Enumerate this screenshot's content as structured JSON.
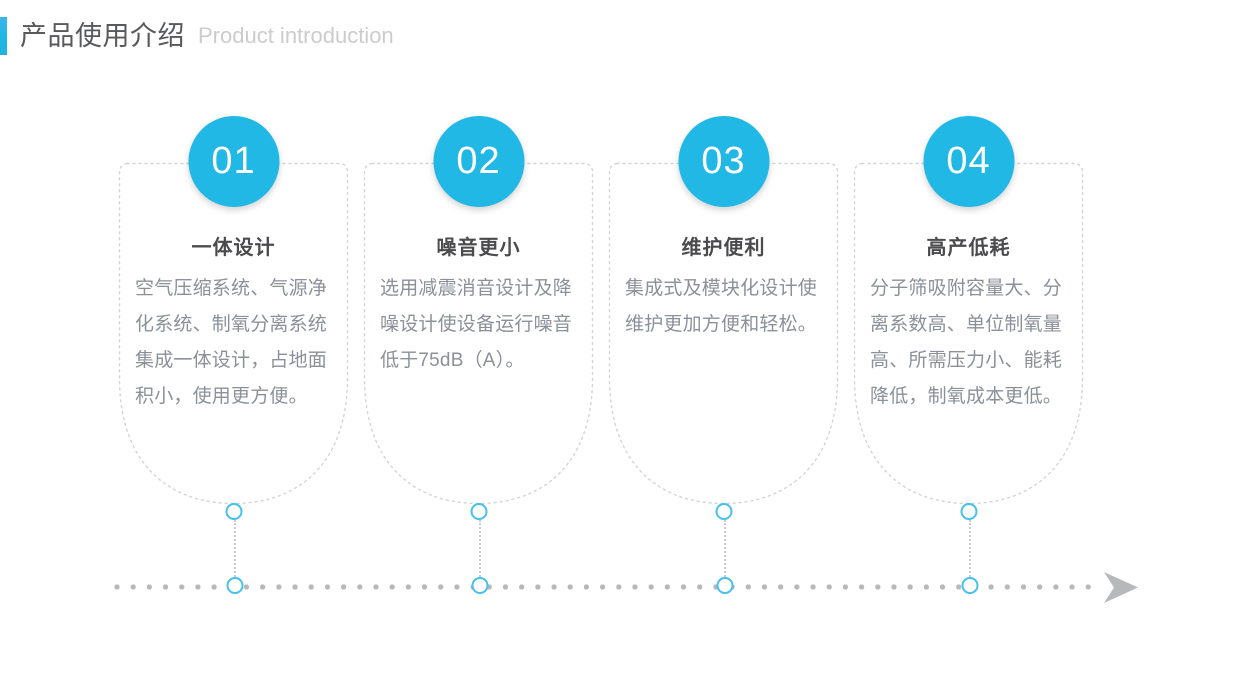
{
  "header": {
    "title_cn": "产品使用介绍",
    "title_en": "Product introduction",
    "accent_color": "#22b8e6",
    "title_color": "#58595b",
    "subtitle_color": "#cccccc"
  },
  "theme": {
    "badge_color": "#22b8e6",
    "node_ring_color": "#45c1ec",
    "dot_color": "#b6b8ba",
    "dashed_border_color": "#d2d4d6",
    "heading_color": "#4b4b4d",
    "body_color": "#8b9099"
  },
  "cards": [
    {
      "number": "01",
      "heading": "一体设计",
      "body": "空气压缩系统、气源净化系统、制氧分离系统集成一体设计，占地面积小，使用更方便。"
    },
    {
      "number": "02",
      "heading": "噪音更小",
      "body": "选用减震消音设计及降噪设计使设备运行噪音低于75dB（A）。"
    },
    {
      "number": "03",
      "heading": "维护便利",
      "body": "集成式及模块化设计使维护更加方便和轻松。"
    },
    {
      "number": "04",
      "heading": "高产低耗",
      "body": "分子筛吸附容量大、分离系数高、单位制氧量高、所需压力小、能耗降低，制氧成本更低。"
    }
  ],
  "timeline": {
    "node_count": 4,
    "arrow": "arrow-right"
  }
}
